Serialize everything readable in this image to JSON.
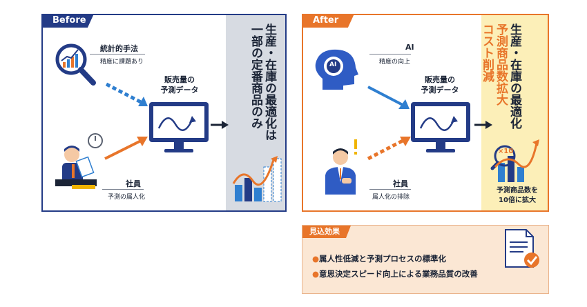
{
  "before": {
    "tag": "Before",
    "method_label": "統計的手法",
    "method_sub": "精度に課題あり",
    "sales_label_1": "販売量の",
    "sales_label_2": "予測データ",
    "staff_label": "社員",
    "staff_sub": "予測の属人化",
    "result_line_1": "生産・在庫の最適化は",
    "result_line_2": "一部の定番商品のみ"
  },
  "after": {
    "tag": "After",
    "ai_label": "AI",
    "ai_sub": "精度の向上",
    "ai_icon_text": "AI",
    "sales_label_1": "販売量の",
    "sales_label_2": "予測データ",
    "staff_label": "社員",
    "staff_sub": "属人化の排除",
    "result_line_1": "生産・在庫の最適化",
    "result_line_2": "予測商品数拡大",
    "result_line_3": "コスト削減",
    "multiplier": "×10",
    "note_1": "予測商品数を",
    "note_2": "10倍に拡大"
  },
  "effects": {
    "tag": "見込効果",
    "items": [
      "属人性低減と予測プロセスの標準化",
      "意思決定スピード向上による業務品質の改善"
    ],
    "bullet": "●"
  },
  "colors": {
    "navy": "#233b86",
    "orange": "#e8752a",
    "blue": "#2f7fd0",
    "gray_panel": "#d7dbe2",
    "yellow_panel": "#fcefb8"
  }
}
